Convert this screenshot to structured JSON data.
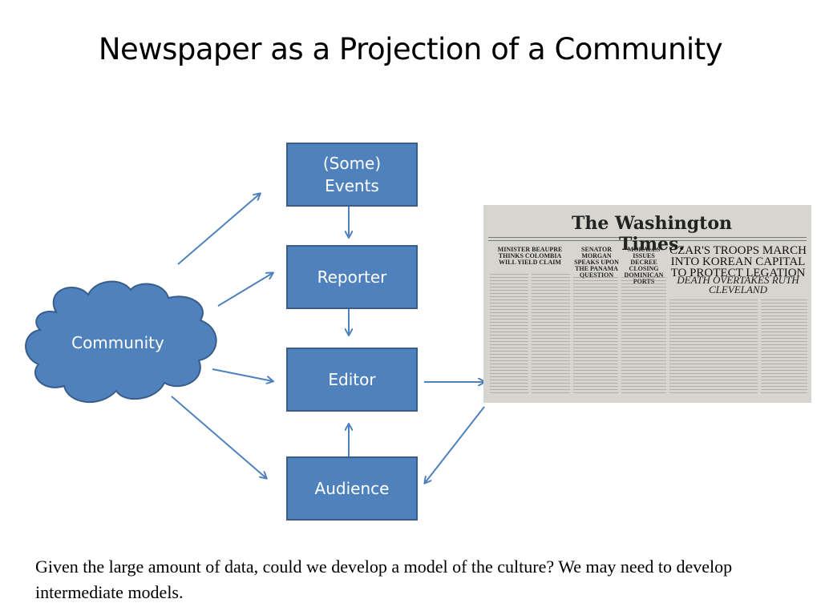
{
  "slide": {
    "title": "Newspaper as a Projection of a Community",
    "caption": "Given the large amount of data, could we develop a model of the culture? We may need to develop intermediate models."
  },
  "diagram": {
    "community_label": "Community",
    "nodes": {
      "events_line1": "(Some)",
      "events_line2": "Events",
      "reporter": "Reporter",
      "editor": "Editor",
      "audience": "Audience"
    },
    "colors": {
      "box_fill": "#4f81bd",
      "box_border": "#385d8a",
      "arrow": "#4f81bd",
      "text": "#ffffff"
    }
  },
  "newspaper": {
    "masthead": "The Washington Times.",
    "headline": "CZAR'S TROOPS MARCH INTO KOREAN CAPITAL TO PROTECT LEGATION",
    "subhead": "DEATH OVERTAKES RUTH CLEVELAND",
    "col_head_1": "MINISTER BEAUPRE THINKS COLOMBIA WILL YIELD CLAIM",
    "col_head_2": "SENATOR MORGAN SPEAKS UPON THE PANAMA QUESTION",
    "col_head_3": "MORALES ISSUES DECREE CLOSING DOMINICAN PORTS"
  }
}
